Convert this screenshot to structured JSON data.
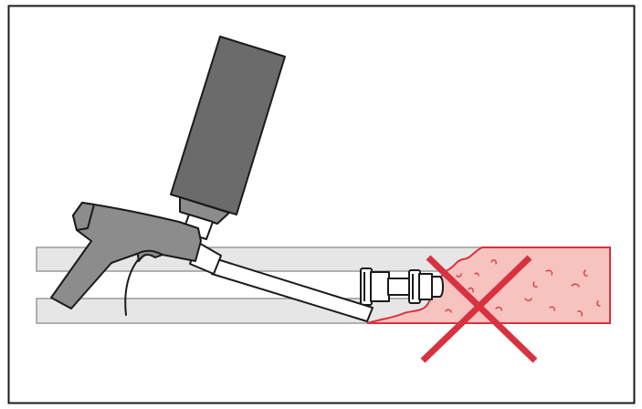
{
  "illustration": {
    "subject": "foam-gun-incorrect-application",
    "icons": [
      "frame-border",
      "wall-strip",
      "foam-gun-icon",
      "foam-can-icon",
      "nozzle-tip-icon",
      "expanded-foam",
      "prohibited-x-icon"
    ]
  },
  "colors": {
    "outline": "#1a1a1a",
    "gun_body": "#8c8c8c",
    "can_body": "#6b6b6b",
    "strip_fill": "#e6e6e6",
    "foam_fill": "#f7c3bf",
    "foam_outline": "#d8313f",
    "cross": "#d8313f",
    "frame": "#1a1a1a"
  }
}
